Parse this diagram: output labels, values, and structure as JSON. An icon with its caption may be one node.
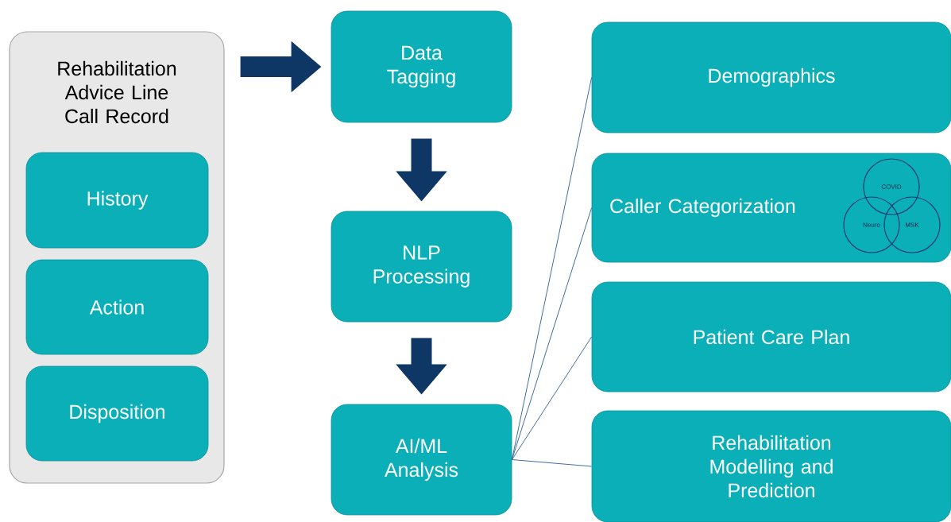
{
  "diagram": {
    "nodes": [
      {
        "text": [
          "Rehabilitation Advice Line Call Record"
        ]
      },
      {
        "text": [
          "History"
        ],
        "in": 0
      },
      {
        "text": [
          "Action"
        ],
        "in": 0
      },
      {
        "text": [
          "Disposition"
        ],
        "in": 0
      },
      {
        "text": [
          "Data Tagging"
        ]
      },
      {
        "text": [
          "NLP Processing"
        ]
      },
      {
        "text": [
          "AI/ML Analysis"
        ]
      },
      {
        "text": [
          "Demographics"
        ]
      },
      {
        "text": [
          "Caller Categorization"
        ]
      },
      {
        "text": [
          "COVID"
        ],
        "in": 8
      },
      {
        "text": [
          "Neuro"
        ],
        "in": 8
      },
      {
        "text": [
          "MSK"
        ],
        "in": 8
      },
      {
        "text": [
          "Patient Care Plan"
        ]
      },
      {
        "text": [
          "Rehabilitation Modelling and Prediction"
        ]
      }
    ],
    "edges": [
      {
        "from": 0,
        "to": 4,
        "arrow": "to",
        "style": "thick",
        "color": "#0e3766"
      },
      {
        "from": 4,
        "to": 5,
        "arrow": "to",
        "style": "thick",
        "color": "#0e3766"
      },
      {
        "from": 5,
        "to": 6,
        "arrow": "to",
        "style": "thick",
        "color": "#0e3766"
      },
      {
        "from": 6,
        "to": 7,
        "arrow": "none"
      },
      {
        "from": 6,
        "to": 8,
        "arrow": "none"
      },
      {
        "from": 6,
        "to": 12,
        "arrow": "none"
      },
      {
        "from": 6,
        "to": 13,
        "arrow": "none"
      }
    ]
  }
}
